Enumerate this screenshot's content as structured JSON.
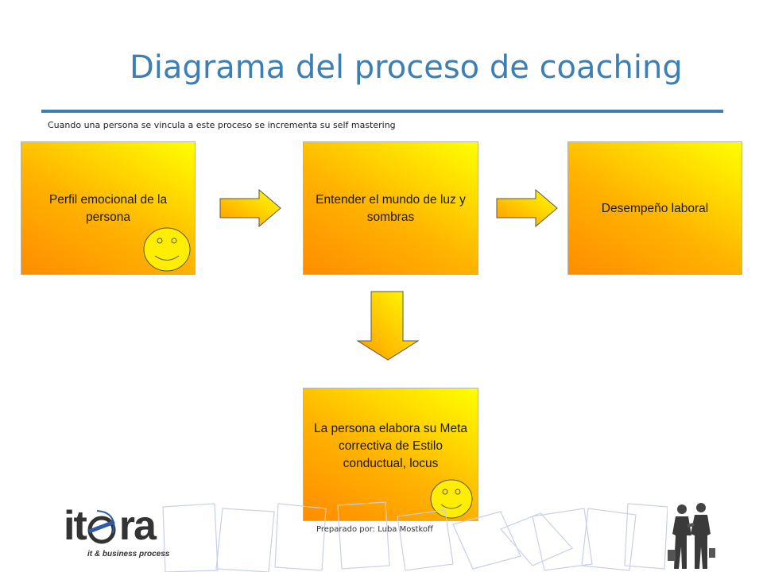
{
  "title": "Diagrama del proceso de coaching",
  "subtitle": "Cuando una persona se vincula a este proceso se incrementa su self mastering",
  "nodes": {
    "perfil": "Perfil emocional de la persona",
    "entender": "Entender el mundo de luz y sombras",
    "desempeno": "Desempeño laboral",
    "meta": "La persona elabora su Meta correctiva de Estilo conductual, locus"
  },
  "footer": "Preparado por: Luba Mostkoff",
  "logo": {
    "brand": "itera",
    "tagline": "it & business process"
  },
  "colors": {
    "accent": "#3d7fb3",
    "box_light": "#ffff00",
    "box_dark": "#ff8c00"
  }
}
